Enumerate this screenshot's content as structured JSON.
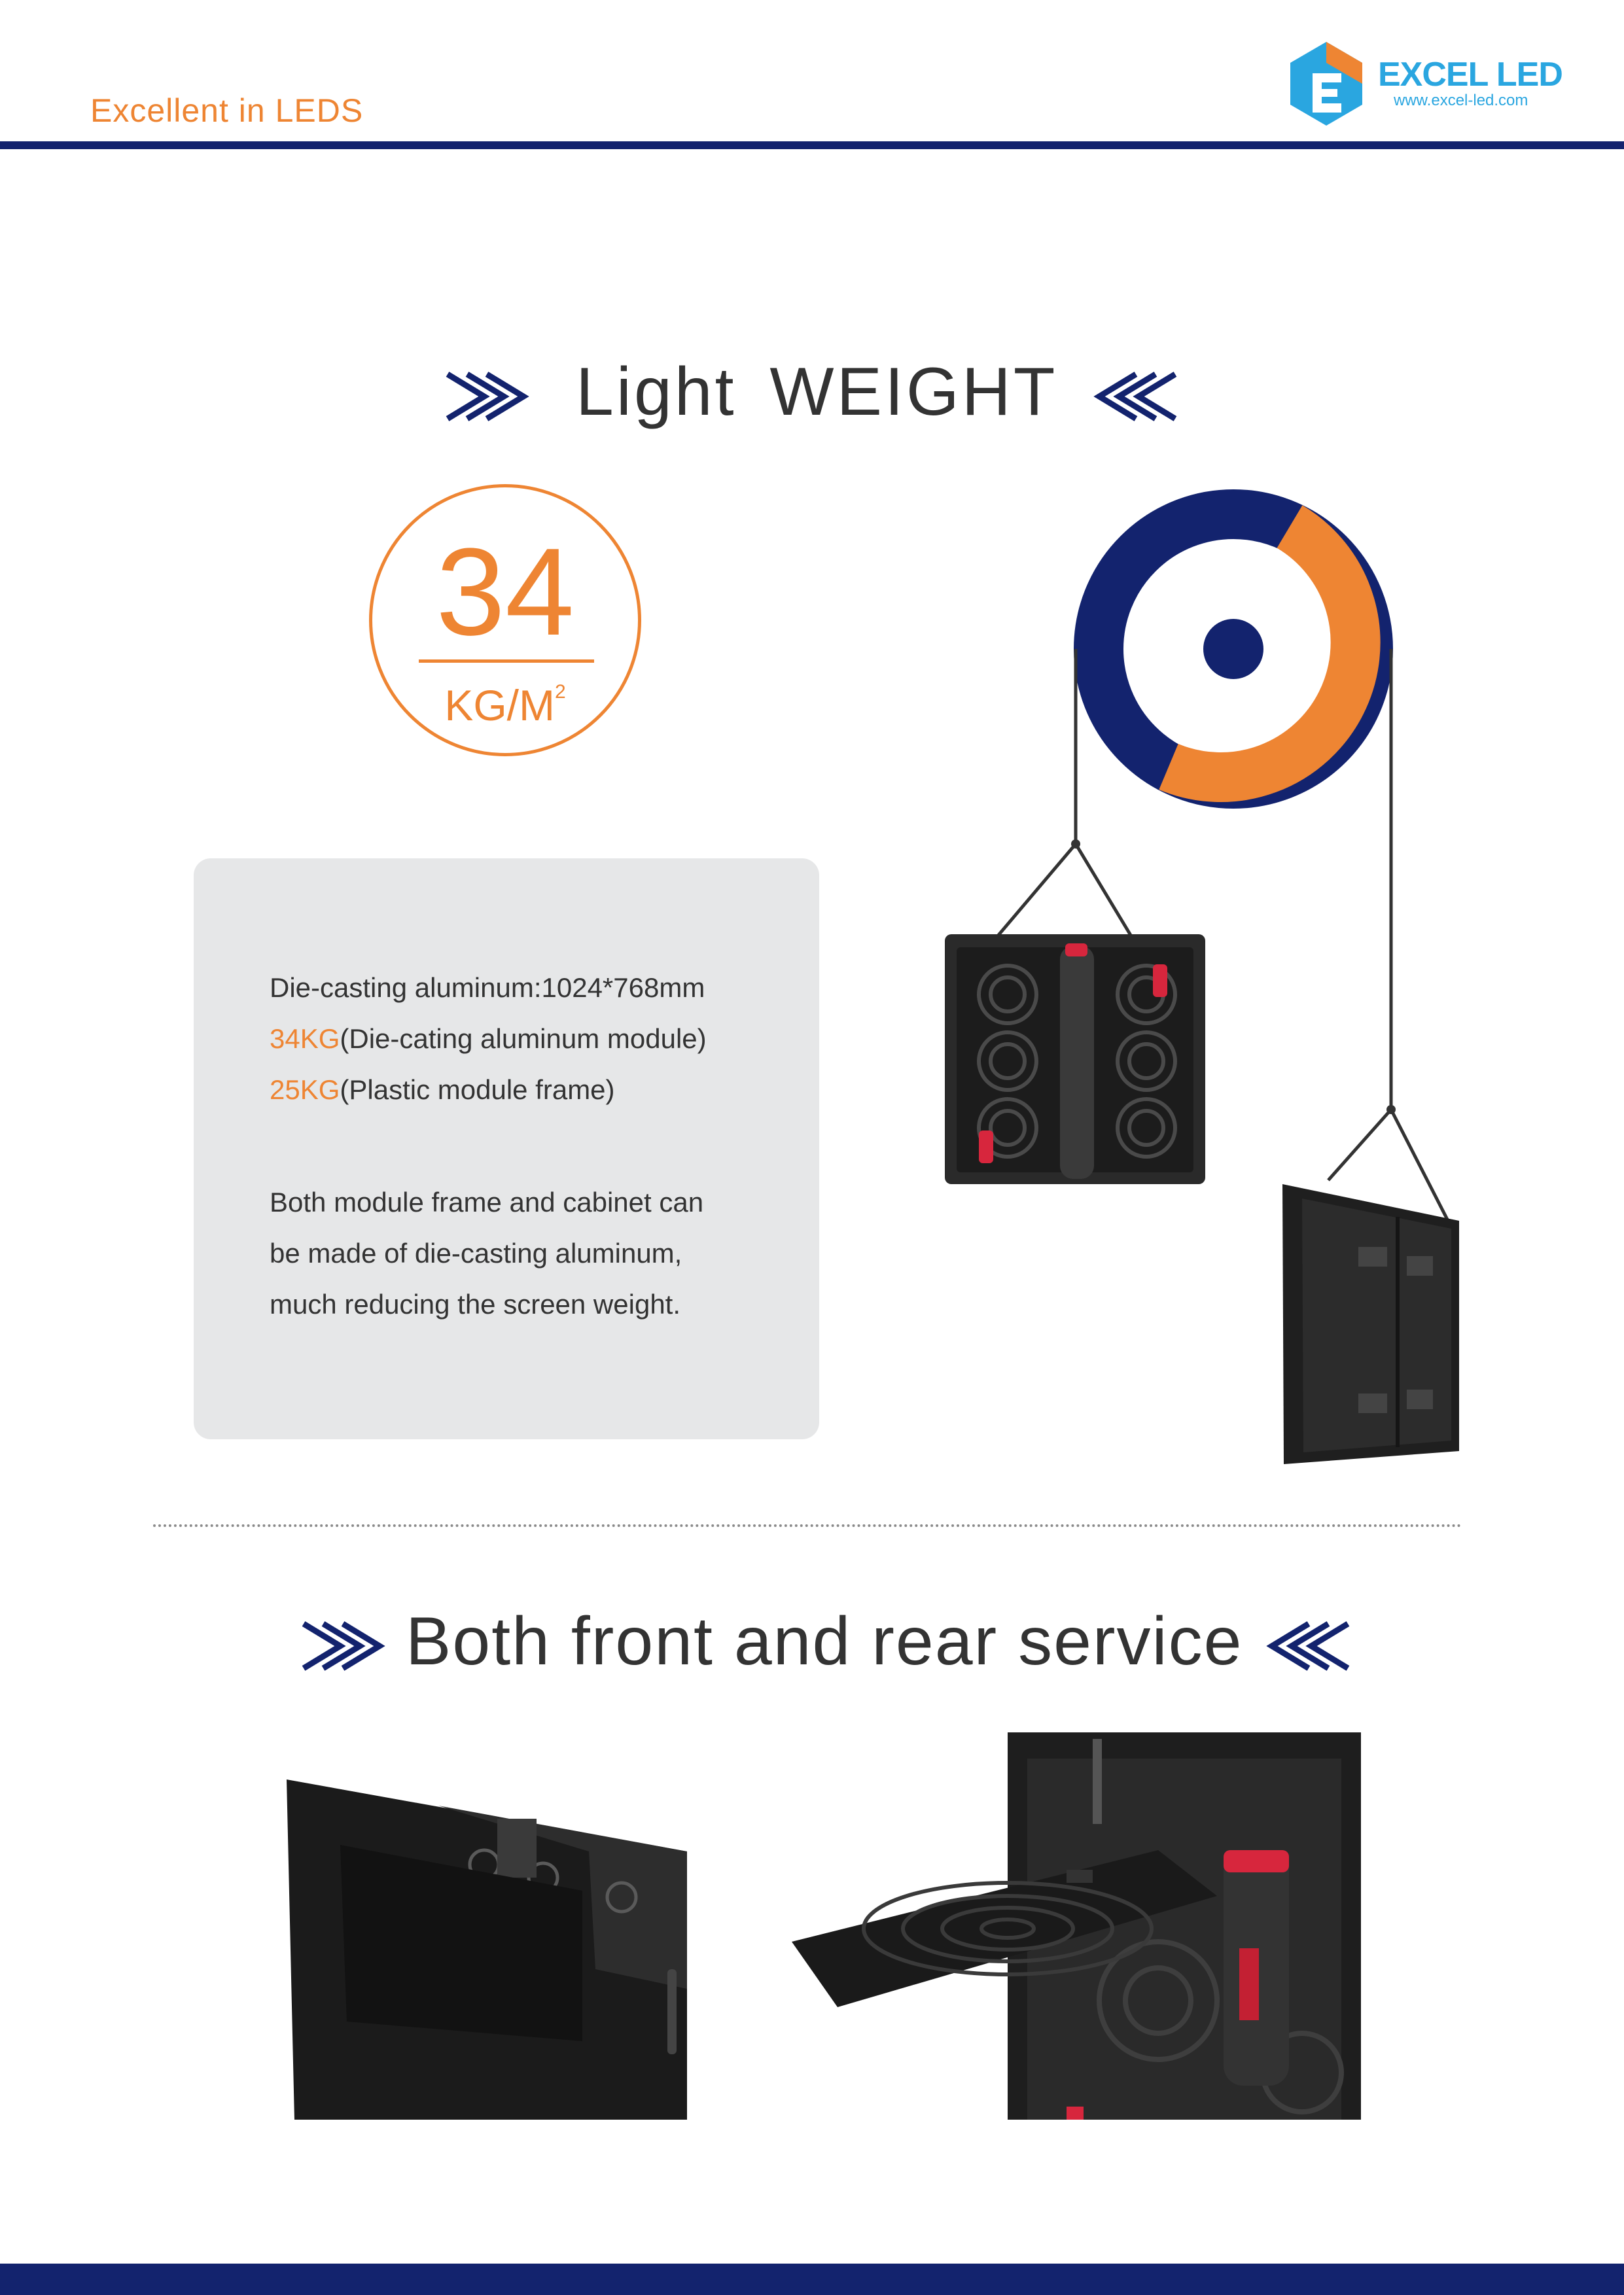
{
  "header": {
    "tagline": "Excellent in LEDS",
    "logo_name": "EXCEL LED",
    "logo_url": "www.excel-led.com"
  },
  "colors": {
    "navy": "#13236e",
    "orange": "#ee8533",
    "logo_blue": "#2aa6e0",
    "box_gray": "#e6e7e8"
  },
  "light_weight": {
    "title": "Light WEIGHT",
    "badge_value": "34",
    "badge_unit": "KG/M",
    "badge_unit_sup": "2",
    "spec_line": "Die-casting aluminum:1024*768mm",
    "item1_value": "34KG",
    "item1_text": "(Die-cating aluminum module)",
    "item2_value": "25KG",
    "item2_text": "(Plastic module frame)",
    "desc_line1": "Both module frame and cabinet can",
    "desc_line2": "be made of die-casting aluminum,",
    "desc_line3": "much reducing the screen weight."
  },
  "service": {
    "title": "Both front and rear service"
  },
  "icons": [
    "logo-icon",
    "double-chevron-right-icon",
    "double-chevron-left-icon",
    "pulley-wheel-icon"
  ]
}
